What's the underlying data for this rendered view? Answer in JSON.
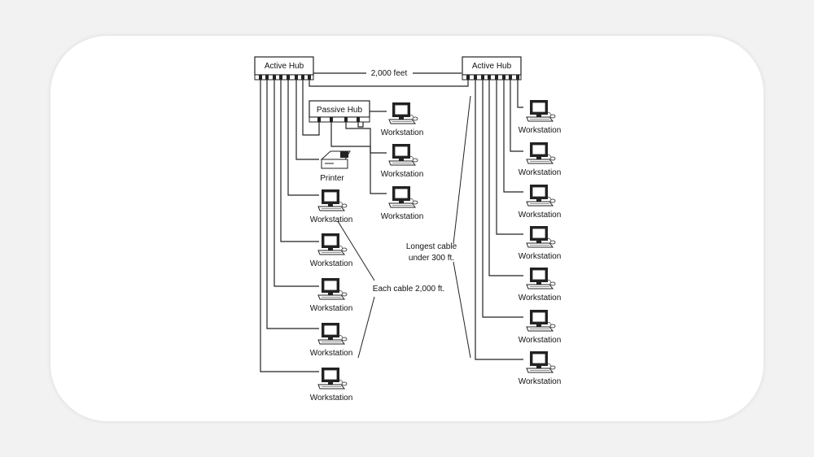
{
  "diagram": {
    "left_hub_label": "Active Hub",
    "right_hub_label": "Active Hub",
    "hub_link_label": "2,000 feet",
    "passive_hub_label": "Passive Hub",
    "printer_label": "Printer",
    "workstation_label": "Workstation",
    "each_cable_note": "Each cable 2,000 ft.",
    "longest_cable_note_line1": "Longest cable",
    "longest_cable_note_line2": "under 300 ft."
  }
}
